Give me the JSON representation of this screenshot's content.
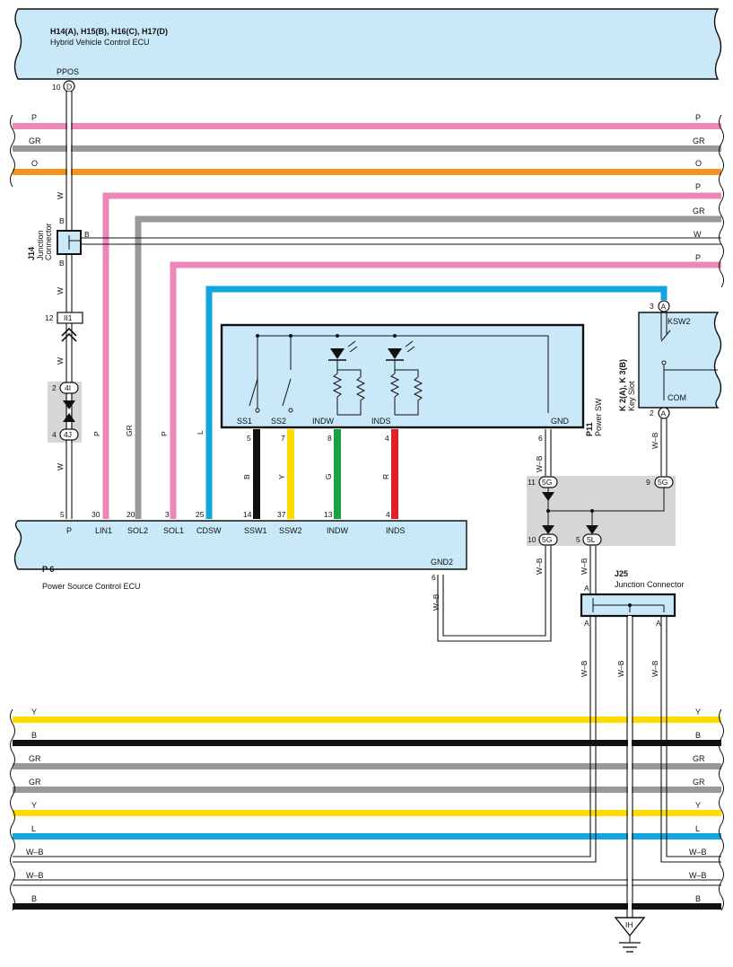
{
  "hv_ecu": {
    "codes": "H14(A), H15(B), H16(C), H17(D)",
    "name": "Hybrid Vehicle Control ECU",
    "terminal": "PPOS",
    "pin": "10",
    "connector": "D"
  },
  "power_ecu": {
    "code": "P 6",
    "name": "Power Source Control ECU",
    "terminals": [
      {
        "pin": "5",
        "label": "P"
      },
      {
        "pin": "30",
        "label": "LIN1"
      },
      {
        "pin": "20",
        "label": "SOL2"
      },
      {
        "pin": "3",
        "label": "SOL1"
      },
      {
        "pin": "25",
        "label": "CDSW"
      },
      {
        "pin": "14",
        "label": "SSW1"
      },
      {
        "pin": "37",
        "label": "SSW2"
      },
      {
        "pin": "13",
        "label": "INDW"
      },
      {
        "pin": "4",
        "label": "INDS"
      }
    ],
    "gnd_label": "GND2",
    "gnd_pin": "6"
  },
  "power_sw": {
    "code": "P11",
    "name": "Power SW",
    "labels": {
      "ss1": "SS1",
      "ss2": "SS2",
      "indw": "INDW",
      "inds": "INDS",
      "gnd": "GND"
    },
    "pins": {
      "ss1": "5",
      "ss2": "7",
      "indw": "8",
      "inds": "4",
      "gnd": "6"
    }
  },
  "key_slot": {
    "code": "K 2(A), K 3(B)",
    "name": "Key Slot",
    "ksw2": "KSW2",
    "com": "COM",
    "pin_top": "3",
    "conn_top": "A",
    "pin_bot": "2",
    "conn_bot": "A"
  },
  "j14": {
    "code": "J14",
    "name1": "Junction",
    "name2": "Connector"
  },
  "j25": {
    "code": "J25",
    "name": "Junction Connector",
    "a": "A"
  },
  "connectors": {
    "ii1": "II1",
    "ii1_pin": "12",
    "c4i": "4I",
    "c4i_pin": "2",
    "c4j": "4J",
    "c4j_pin": "4",
    "c5g": "5G",
    "c5l": "5L",
    "pin11": "11",
    "pin9": "9",
    "pin10": "10",
    "pin5": "5"
  },
  "ground": {
    "label": "IH"
  },
  "wire_colors": {
    "P": "#ee87b9",
    "GR": "#999999",
    "O": "#f39321",
    "L": "#12a5df",
    "Y": "#ffdc00",
    "B": "#111111",
    "G": "#1ba044",
    "R": "#e32028",
    "W": "#ffffff"
  },
  "wires_top": [
    {
      "color": "P",
      "label": "P"
    },
    {
      "color": "GR",
      "label": "GR"
    },
    {
      "color": "O",
      "label": "O"
    },
    {
      "color": "P",
      "label": "P"
    },
    {
      "color": "GR",
      "label": "GR"
    },
    {
      "color": "W",
      "label": "W"
    },
    {
      "color": "P",
      "label": "P"
    }
  ],
  "wires_bottom": [
    {
      "color": "Y",
      "label": "Y"
    },
    {
      "color": "B",
      "label": "B"
    },
    {
      "color": "GR",
      "label": "GR"
    },
    {
      "color": "GR",
      "label": "GR"
    },
    {
      "color": "Y",
      "label": "Y"
    },
    {
      "color": "L",
      "label": "L"
    },
    {
      "color": "WB",
      "label": "W–B"
    },
    {
      "color": "WB",
      "label": "W–B"
    },
    {
      "color": "B",
      "label": "B"
    }
  ],
  "wire_tags": {
    "w": "W",
    "b": "B",
    "p": "P",
    "gr": "GR",
    "l": "L",
    "y": "Y",
    "g": "G",
    "r": "R",
    "wb": "W–B"
  }
}
